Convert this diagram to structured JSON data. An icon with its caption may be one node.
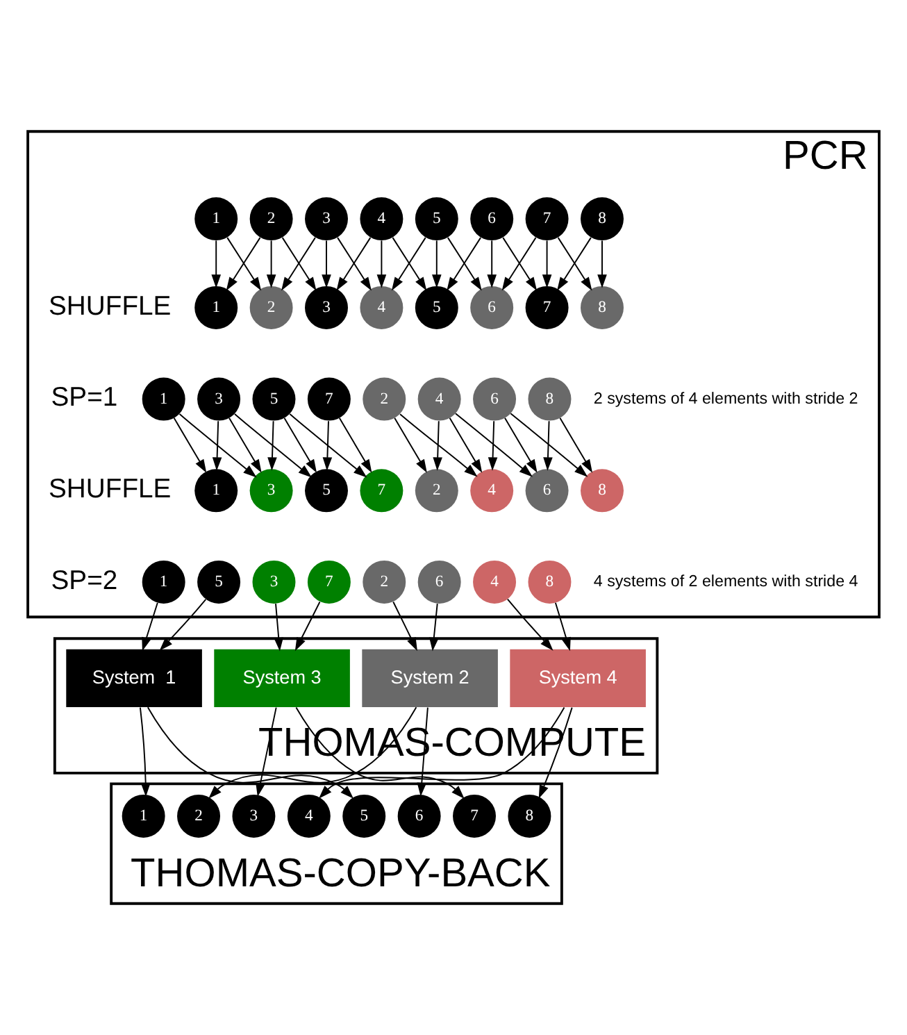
{
  "diagram": {
    "nodes": [
      {
        "text": [
          "PCR"
        ]
      },
      {
        "text": [
          "1"
        ],
        "in": 0
      },
      {
        "text": [
          "2"
        ],
        "in": 0
      },
      {
        "text": [
          "3"
        ],
        "in": 0
      },
      {
        "text": [
          "4"
        ],
        "in": 0
      },
      {
        "text": [
          "5"
        ],
        "in": 0
      },
      {
        "text": [
          "6"
        ],
        "in": 0
      },
      {
        "text": [
          "7"
        ],
        "in": 0
      },
      {
        "text": [
          "8"
        ],
        "in": 0
      },
      {
        "text": [
          "1"
        ],
        "in": 0
      },
      {
        "text": [
          "2"
        ],
        "in": 0
      },
      {
        "text": [
          "3"
        ],
        "in": 0
      },
      {
        "text": [
          "4"
        ],
        "in": 0
      },
      {
        "text": [
          "5"
        ],
        "in": 0
      },
      {
        "text": [
          "6"
        ],
        "in": 0
      },
      {
        "text": [
          "7"
        ],
        "in": 0
      },
      {
        "text": [
          "8"
        ],
        "in": 0
      },
      {
        "text": [
          "1"
        ],
        "in": 0
      },
      {
        "text": [
          "3"
        ],
        "in": 0
      },
      {
        "text": [
          "5"
        ],
        "in": 0
      },
      {
        "text": [
          "7"
        ],
        "in": 0
      },
      {
        "text": [
          "2"
        ],
        "in": 0
      },
      {
        "text": [
          "4"
        ],
        "in": 0
      },
      {
        "text": [
          "6"
        ],
        "in": 0
      },
      {
        "text": [
          "8"
        ],
        "in": 0
      },
      {
        "text": [
          "1"
        ],
        "in": 0
      },
      {
        "text": [
          "3"
        ],
        "in": 0
      },
      {
        "text": [
          "5"
        ],
        "in": 0
      },
      {
        "text": [
          "7"
        ],
        "in": 0
      },
      {
        "text": [
          "2"
        ],
        "in": 0
      },
      {
        "text": [
          "4"
        ],
        "in": 0
      },
      {
        "text": [
          "6"
        ],
        "in": 0
      },
      {
        "text": [
          "8"
        ],
        "in": 0
      },
      {
        "text": [
          "1"
        ],
        "in": 0
      },
      {
        "text": [
          "5"
        ],
        "in": 0
      },
      {
        "text": [
          "3"
        ],
        "in": 0
      },
      {
        "text": [
          "7"
        ],
        "in": 0
      },
      {
        "text": [
          "2"
        ],
        "in": 0
      },
      {
        "text": [
          "6"
        ],
        "in": 0
      },
      {
        "text": [
          "4"
        ],
        "in": 0
      },
      {
        "text": [
          "8"
        ],
        "in": 0
      },
      {
        "text": [
          "THOMAS-COMPUTE"
        ]
      },
      {
        "text": [
          "System  1"
        ],
        "in": 41
      },
      {
        "text": [
          "System 3"
        ],
        "in": 41
      },
      {
        "text": [
          "System 2"
        ],
        "in": 41
      },
      {
        "text": [
          "System 4"
        ],
        "in": 41
      },
      {
        "text": [
          "THOMAS-COPY-BACK"
        ]
      },
      {
        "text": [
          "1"
        ],
        "in": 46
      },
      {
        "text": [
          "2"
        ],
        "in": 46
      },
      {
        "text": [
          "3"
        ],
        "in": 46
      },
      {
        "text": [
          "4"
        ],
        "in": 46
      },
      {
        "text": [
          "5"
        ],
        "in": 46
      },
      {
        "text": [
          "6"
        ],
        "in": 46
      },
      {
        "text": [
          "7"
        ],
        "in": 46
      },
      {
        "text": [
          "8"
        ],
        "in": 46
      }
    ],
    "edges": [
      {
        "from": 1,
        "to": 9,
        "arrow": "to"
      },
      {
        "from": 1,
        "to": 10,
        "arrow": "to"
      },
      {
        "from": 2,
        "to": 9,
        "arrow": "to"
      },
      {
        "from": 2,
        "to": 10,
        "arrow": "to"
      },
      {
        "from": 2,
        "to": 11,
        "arrow": "to"
      },
      {
        "from": 3,
        "to": 10,
        "arrow": "to"
      },
      {
        "from": 3,
        "to": 11,
        "arrow": "to"
      },
      {
        "from": 3,
        "to": 12,
        "arrow": "to"
      },
      {
        "from": 4,
        "to": 11,
        "arrow": "to"
      },
      {
        "from": 4,
        "to": 12,
        "arrow": "to"
      },
      {
        "from": 4,
        "to": 13,
        "arrow": "to"
      },
      {
        "from": 5,
        "to": 12,
        "arrow": "to"
      },
      {
        "from": 5,
        "to": 13,
        "arrow": "to"
      },
      {
        "from": 5,
        "to": 14,
        "arrow": "to"
      },
      {
        "from": 6,
        "to": 13,
        "arrow": "to"
      },
      {
        "from": 6,
        "to": 14,
        "arrow": "to"
      },
      {
        "from": 6,
        "to": 15,
        "arrow": "to"
      },
      {
        "from": 7,
        "to": 14,
        "arrow": "to"
      },
      {
        "from": 7,
        "to": 15,
        "arrow": "to"
      },
      {
        "from": 7,
        "to": 16,
        "arrow": "to"
      },
      {
        "from": 8,
        "to": 15,
        "arrow": "to"
      },
      {
        "from": 8,
        "to": 16,
        "arrow": "to"
      },
      {
        "from": 17,
        "to": 25,
        "arrow": "to"
      },
      {
        "from": 17,
        "to": 26,
        "arrow": "to"
      },
      {
        "from": 18,
        "to": 25,
        "arrow": "to"
      },
      {
        "from": 18,
        "to": 26,
        "arrow": "to"
      },
      {
        "from": 18,
        "to": 27,
        "arrow": "to"
      },
      {
        "from": 19,
        "to": 26,
        "arrow": "to"
      },
      {
        "from": 19,
        "to": 27,
        "arrow": "to"
      },
      {
        "from": 19,
        "to": 28,
        "arrow": "to"
      },
      {
        "from": 20,
        "to": 27,
        "arrow": "to"
      },
      {
        "from": 20,
        "to": 28,
        "arrow": "to"
      },
      {
        "from": 21,
        "to": 29,
        "arrow": "to"
      },
      {
        "from": 21,
        "to": 30,
        "arrow": "to"
      },
      {
        "from": 22,
        "to": 29,
        "arrow": "to"
      },
      {
        "from": 22,
        "to": 30,
        "arrow": "to"
      },
      {
        "from": 22,
        "to": 31,
        "arrow": "to"
      },
      {
        "from": 23,
        "to": 30,
        "arrow": "to"
      },
      {
        "from": 23,
        "to": 31,
        "arrow": "to"
      },
      {
        "from": 23,
        "to": 32,
        "arrow": "to"
      },
      {
        "from": 24,
        "to": 31,
        "arrow": "to"
      },
      {
        "from": 24,
        "to": 32,
        "arrow": "to"
      },
      {
        "from": 33,
        "to": 42,
        "arrow": "to"
      },
      {
        "from": 34,
        "to": 42,
        "arrow": "to"
      },
      {
        "from": 35,
        "to": 43,
        "arrow": "to"
      },
      {
        "from": 36,
        "to": 43,
        "arrow": "to"
      },
      {
        "from": 37,
        "to": 44,
        "arrow": "to"
      },
      {
        "from": 38,
        "to": 44,
        "arrow": "to"
      },
      {
        "from": 39,
        "to": 45,
        "arrow": "to"
      },
      {
        "from": 40,
        "to": 45,
        "arrow": "to"
      },
      {
        "from": 42,
        "to": 47,
        "arrow": "to"
      },
      {
        "from": 42,
        "to": 51,
        "arrow": "to"
      },
      {
        "from": 43,
        "to": 49,
        "arrow": "to"
      },
      {
        "from": 43,
        "to": 53,
        "arrow": "to"
      },
      {
        "from": 44,
        "to": 48,
        "arrow": "to"
      },
      {
        "from": 44,
        "to": 52,
        "arrow": "to"
      },
      {
        "from": 45,
        "to": 50,
        "arrow": "to"
      },
      {
        "from": 45,
        "to": 54,
        "arrow": "to"
      }
    ],
    "labels": [
      "SHUFFLE",
      "SP=1",
      "2 systems of 4 elements with stride 2",
      "SHUFFLE",
      "SP=2",
      "4 systems of 2 elements with stride 4"
    ]
  }
}
